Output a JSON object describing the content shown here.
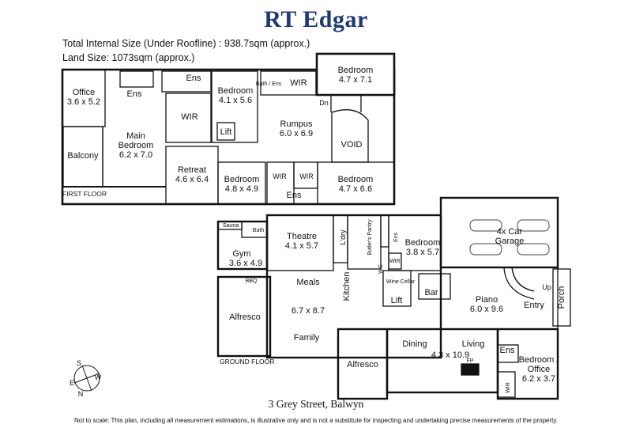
{
  "header": {
    "brand": "RT Edgar",
    "internal_size": "Total Internal Size (Under Roofline) :  938.7sqm (approx.)",
    "land_size": "Land Size: 1073sqm (approx.)"
  },
  "floors": {
    "first": "FIRST FLOOR",
    "ground": "GROUND FLOOR"
  },
  "first_floor": {
    "office": {
      "name": "Office",
      "dims": "3.6 x 5.2"
    },
    "ens_main": "Ens",
    "main_bedroom": {
      "name": "Main",
      "name2": "Bedroom",
      "dims": "6.2 x 7.0"
    },
    "balcony": "Balcony",
    "ens_upper": "Ens",
    "wir_main": "WIR",
    "bedroom_a": {
      "name": "Bedroom",
      "dims": "4.1 x 5.6"
    },
    "lift": "Lift",
    "bath_ens": "Bath / Ens",
    "wir_b": "WIR",
    "bedroom_b": {
      "name": "Bedroom",
      "dims": "4.7 x 7.1"
    },
    "dn": "Dn",
    "rumpus": {
      "name": "Rumpus",
      "dims": "6.0 x 6.9"
    },
    "void": "VOID",
    "retreat": {
      "name": "Retreat",
      "dims": "4.6 x 6.4"
    },
    "bedroom_c": {
      "name": "Bedroom",
      "dims": "4.8 x 4.9"
    },
    "wir_c": "WIR",
    "wir_d": "WIR",
    "ens_c": "Ens",
    "bedroom_d": {
      "name": "Bedroom",
      "dims": "4.7 x 6.6"
    }
  },
  "ground_floor": {
    "sauna": "Sauna",
    "bath": "Bath",
    "gym": {
      "name": "Gym",
      "dims": "3.6 x 4.9"
    },
    "bbq": "BBQ",
    "alfresco_left": "Alfresco",
    "theatre": {
      "name": "Theatre",
      "dims": "4.1 x 5.7"
    },
    "laundry": "L'dry",
    "butlers_pantry": "Butler's Pantry",
    "ens": "Ens",
    "bedroom": {
      "name": "Bedroom",
      "dims": "3.8 x 5.7"
    },
    "wir": "WIR",
    "garage": {
      "name": "4x Car",
      "name2": "Garage"
    },
    "meals": {
      "name": "Meals",
      "dims": "6.7 x 8.7"
    },
    "kitchen": "Kitchen",
    "wc": "WC",
    "wine_cellar": "Wine Cellar",
    "lift": "Lift",
    "bar": "Bar",
    "piano": {
      "name": "Piano",
      "dims": "6.0 x 9.6"
    },
    "up": "Up",
    "entry": "Entry",
    "porch": "Porch",
    "family": "Family",
    "alfresco_bottom": "Alfresco",
    "dining": "Dining",
    "dining_living_dims": "4.3 x 10.9",
    "living": "Living",
    "fp": "FP",
    "ens_b": "Ens",
    "bedroom_office": {
      "name": "Bedroom /",
      "name2": "Office",
      "dims": "6.2 x 3.7"
    },
    "wir_b": "WIR"
  },
  "compass": {
    "s": "S",
    "w": "W",
    "e": "E",
    "n": "N"
  },
  "footer": {
    "address": "3 Grey Street, Balwyn",
    "disclaimer": "Not to scale: This plan, including all measurement estimations, is illustrative only and is not a substitute for inspecting and undertaking precise measurements of the property."
  }
}
